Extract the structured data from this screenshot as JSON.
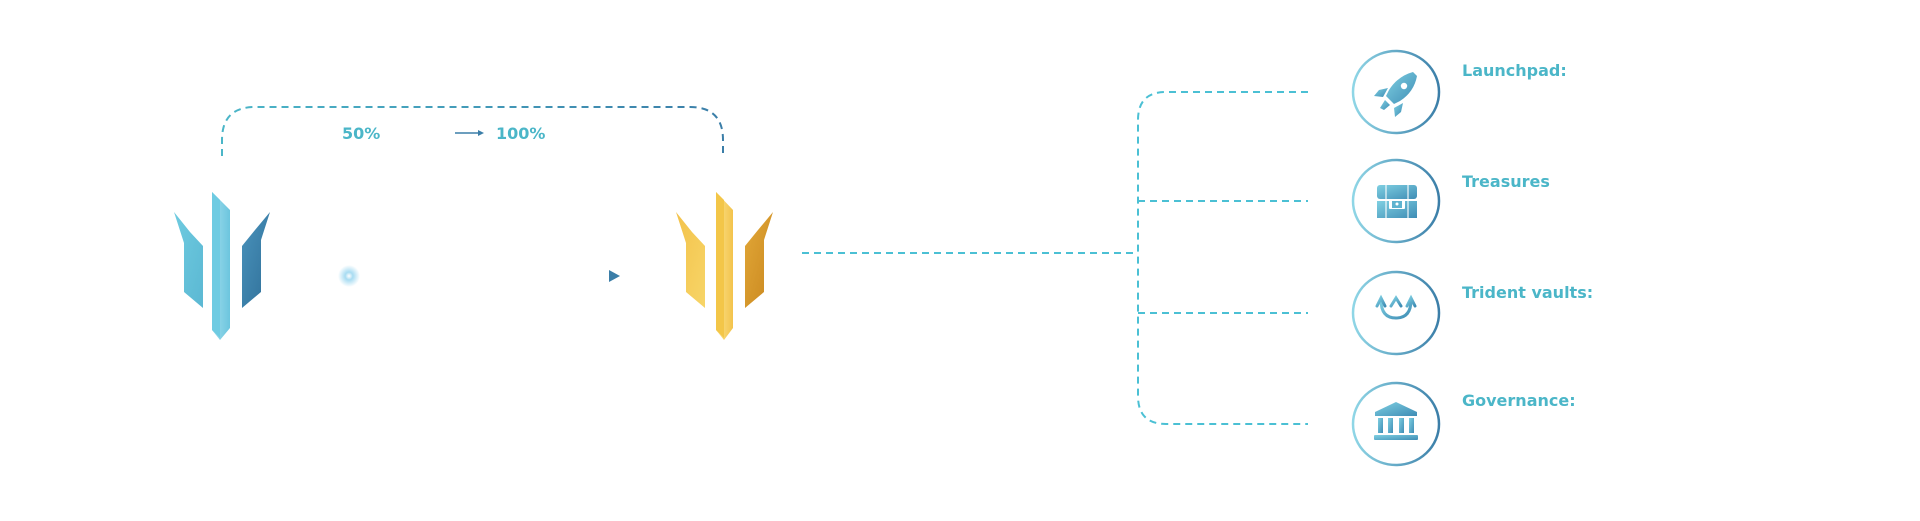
{
  "conversion": {
    "from_percent": "50%",
    "to_percent": "100%"
  },
  "features": [
    {
      "label": "Launchpad:",
      "icon": "rocket-icon"
    },
    {
      "label": "Treasures",
      "icon": "treasure-chest-icon"
    },
    {
      "label": "Trident vaults:",
      "icon": "trident-icon"
    },
    {
      "label": "Governance:",
      "icon": "bank-icon"
    }
  ],
  "colors": {
    "accent": "#4bb6c8",
    "deep_blue": "#3b7ea8",
    "gold": "#f4c84a",
    "gold_dark": "#d99a2a",
    "light_cyan": "#8fd4e6"
  }
}
